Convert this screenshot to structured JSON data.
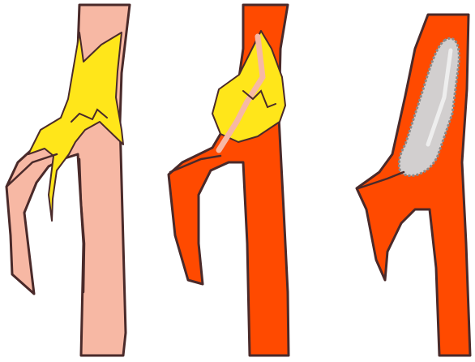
{
  "colors": {
    "background": "#ffffff",
    "outline": "#4a2a2a",
    "artery_pale": "#f7b8a4",
    "artery_red": "#ff4a00",
    "plaque": "#ffe61a",
    "patch_fill": "#d2cfcf",
    "patch_stitch": "#8a8a8a"
  },
  "panels": [
    {
      "stage": "diseased-artery-with-plaque"
    },
    {
      "stage": "opened-artery-exposing-plaque"
    },
    {
      "stage": "artery-repaired-with-patch"
    }
  ]
}
